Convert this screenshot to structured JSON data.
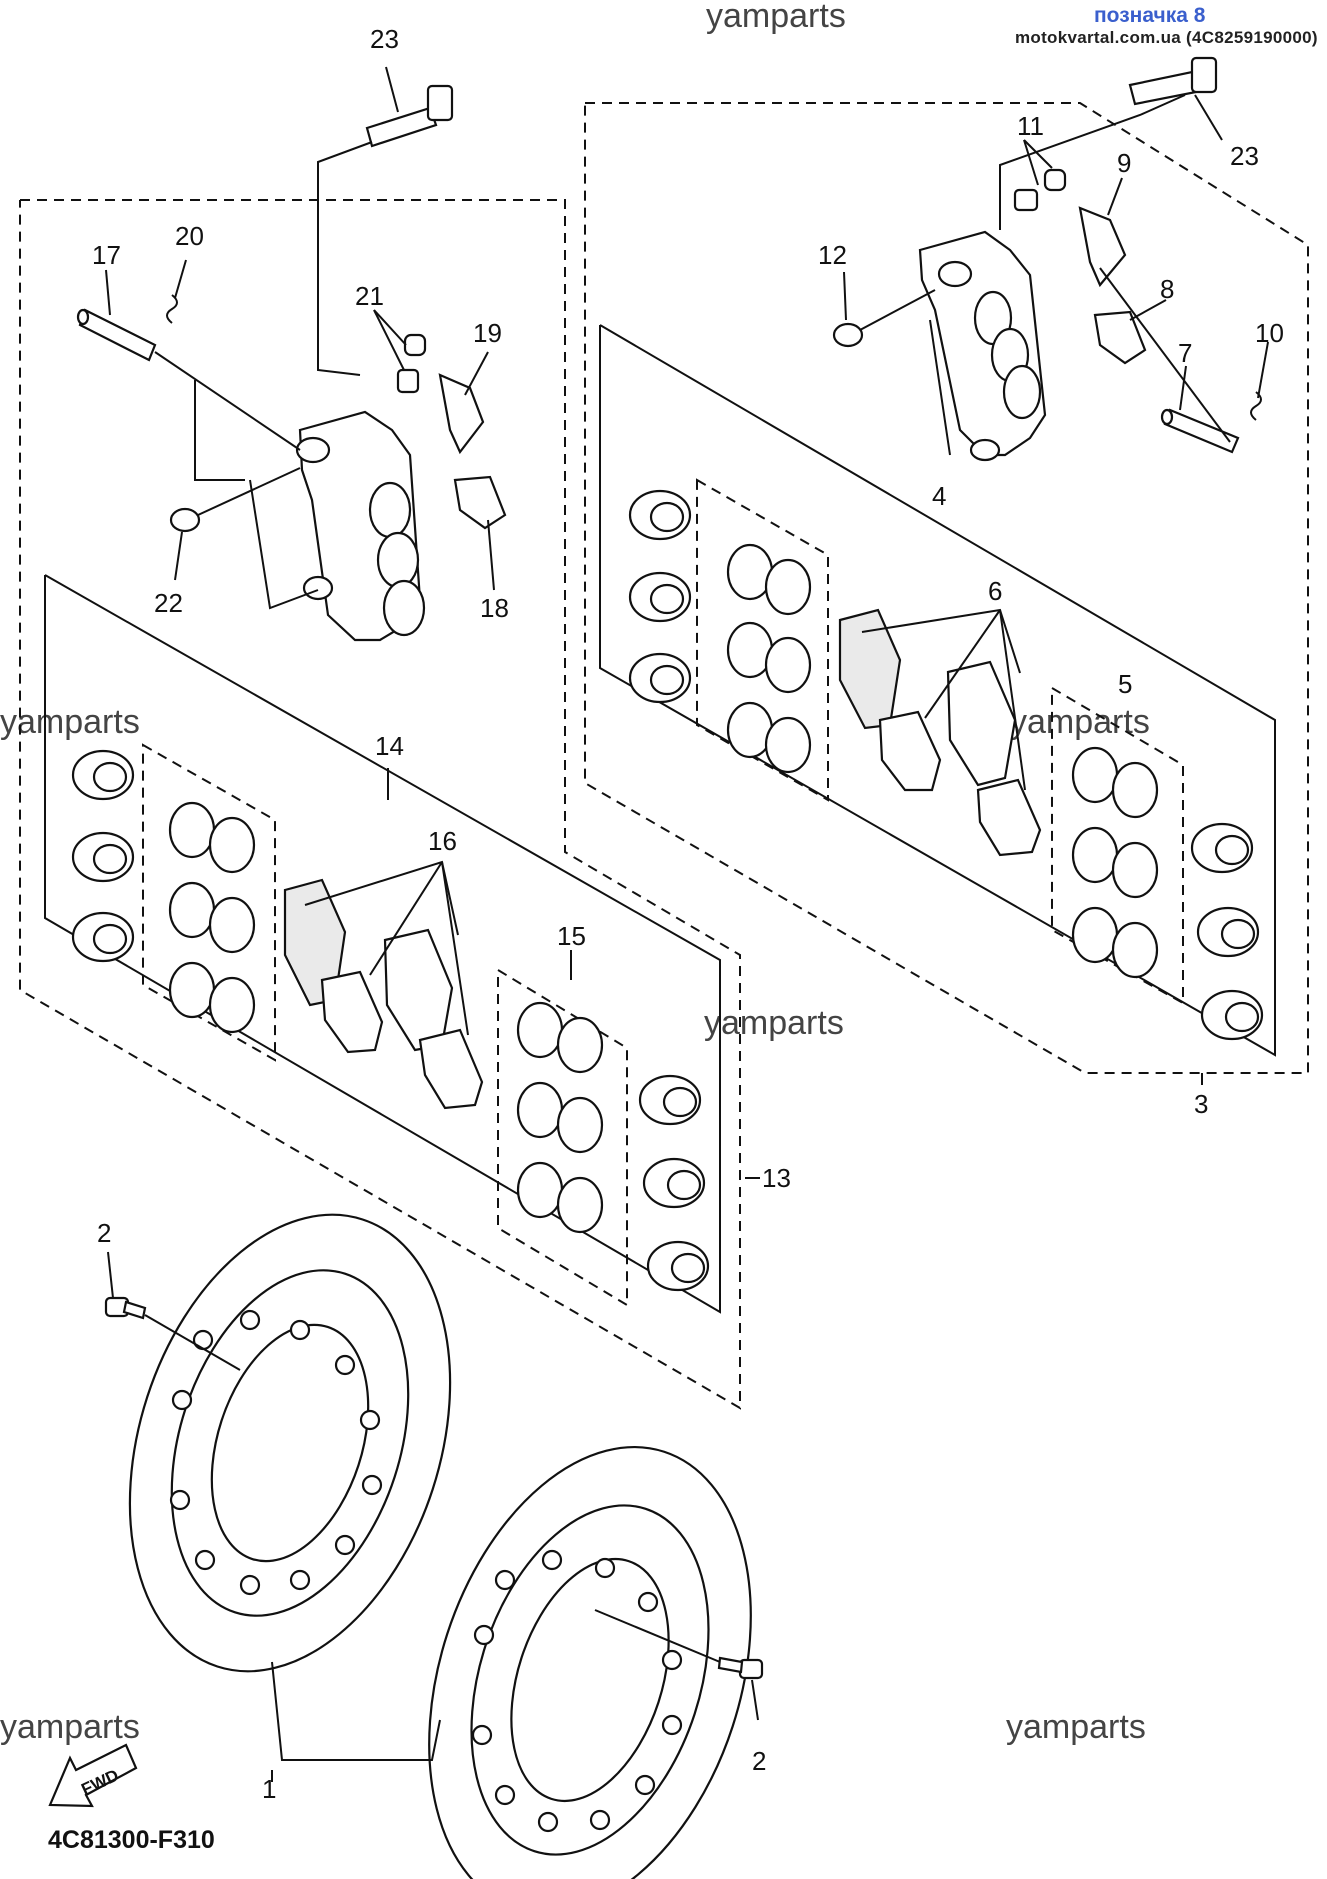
{
  "header": {
    "watermark_top": "yamparts",
    "bookmark": "позначка 8",
    "source": "motokvartal.com.ua (4С8259190000)"
  },
  "watermarks": [
    "yamparts",
    "yamparts",
    "yamparts",
    "yamparts",
    "yamparts"
  ],
  "callouts": [
    "23",
    "23",
    "11",
    "9",
    "12",
    "8",
    "10",
    "7",
    "4",
    "6",
    "5",
    "3",
    "17",
    "20",
    "21",
    "19",
    "22",
    "18",
    "14",
    "16",
    "15",
    "13",
    "2",
    "2",
    "1"
  ],
  "fwd_label": "FWD",
  "figure_code": "4C81300-F310"
}
